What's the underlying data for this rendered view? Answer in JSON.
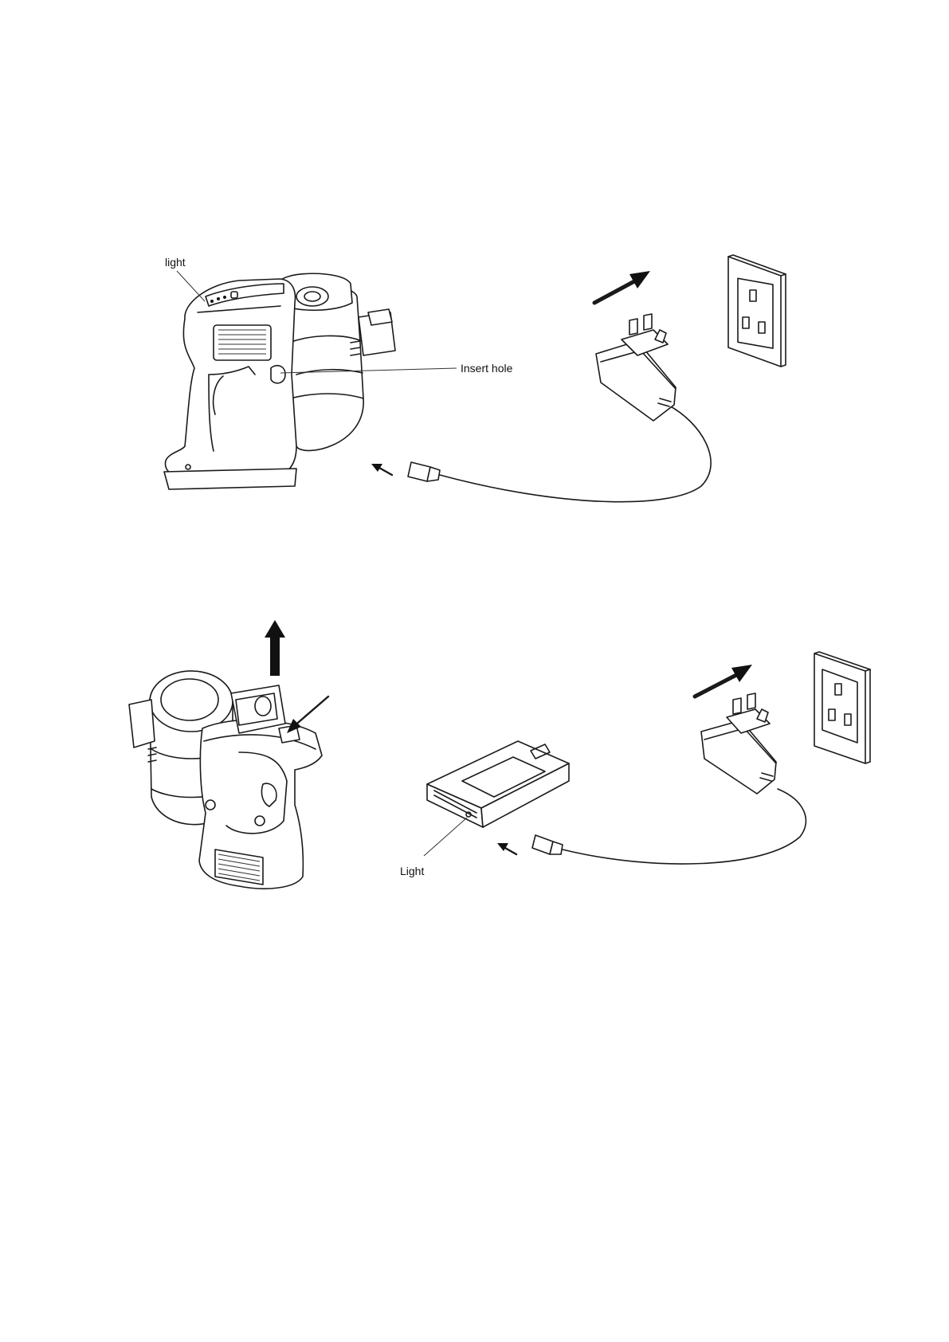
{
  "figure_top": {
    "labels": {
      "light": "light",
      "insert_hole": "Insert hole"
    }
  },
  "figure_bottom": {
    "labels": {
      "light": "Light"
    }
  },
  "icons": [
    "vacuum-handheld-icon",
    "charger-adapter-icon",
    "wall-socket-icon",
    "battery-pack-icon",
    "direction-arrow-icon"
  ],
  "colors": {
    "line": "#1a1a1a",
    "background": "#ffffff"
  }
}
